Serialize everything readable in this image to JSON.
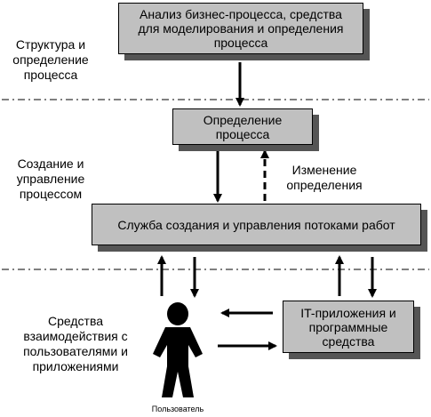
{
  "left_labels": {
    "structure": "Структура и\nопределение\nпроцесса",
    "creation": "Создание и\nуправление\nпроцессом",
    "interaction": "Средства\nвзаимодействия с\nпользователями и\nприложениями"
  },
  "boxes": {
    "analysis": "Анализ бизнес-процесса, средства\nдля моделирования и определения\nпроцесса",
    "definition": "Определение\nпроцесса",
    "workflow_service": "Служба создания и управления потоками работ",
    "it_apps": "IT-приложения и\nпрограммные\nсредства"
  },
  "annotations": {
    "change_definition": "Изменение\nопределения"
  },
  "user": {
    "caption": "Пользователь"
  },
  "colors": {
    "box_fill": "#c0c0c0",
    "box_shadow": "#555555",
    "stroke": "#000000"
  }
}
